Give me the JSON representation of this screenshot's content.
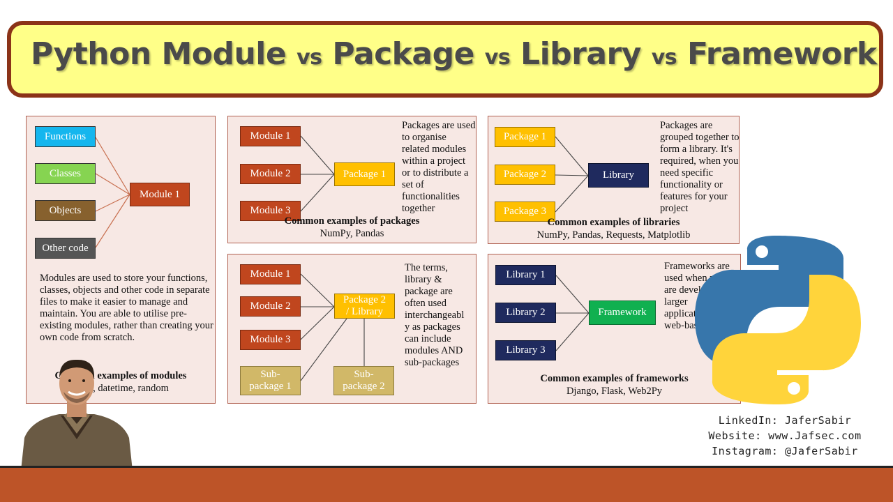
{
  "title": {
    "part1": "Python Module",
    "vs1": "vs",
    "part2": "Package",
    "vs2": "vs",
    "part3": "Library",
    "vs3": "vs",
    "part4": "Framework"
  },
  "modules_panel": {
    "nodes": {
      "functions": "Functions",
      "classes": "Classes",
      "objects": "Objects",
      "other_code": "Other code",
      "module": "Module 1"
    },
    "description": "Modules are used to store your functions, classes, objects and other code in separate files to make it easier to manage and maintain. You are able to utilise pre-existing modules, rather than creating your own code from scratch.",
    "examples_title": "Common examples of modules",
    "examples": "math, datetime, random"
  },
  "packages_panel": {
    "nodes": {
      "module1": "Module 1",
      "module2": "Module 2",
      "module3": "Module 3",
      "package": "Package 1"
    },
    "description": "Packages are used to organise related modules within a project or to distribute a set of functionalities together",
    "examples_title": "Common examples of packages",
    "examples": "NumPy, Pandas"
  },
  "libraries_panel": {
    "nodes": {
      "package1": "Package 1",
      "package2": "Package 2",
      "package3": "Package 3",
      "library": "Library"
    },
    "description": "Packages are grouped together to form a library. It's required, when you need specific functionality or features for your project",
    "examples_title": "Common examples of libraries",
    "examples": "NumPy, Pandas, Requests, Matplotlib"
  },
  "terms_panel": {
    "nodes": {
      "module1": "Module 1",
      "module2": "Module 2",
      "module3": "Module 3",
      "package_library_line1": "Package 2",
      "package_library_line2": "/ Library",
      "subpackage1_line1": "Sub-",
      "subpackage1_line2": "package 1",
      "subpackage2_line1": "Sub-",
      "subpackage2_line2": "package 2"
    },
    "description": "The terms, library & package are often used interchangeabl y as packages can include modules AND sub-packages"
  },
  "frameworks_panel": {
    "nodes": {
      "library1": "Library 1",
      "library2": "Library 2",
      "library3": "Library 3",
      "framework": "Framework"
    },
    "description": "Frameworks are used when you are developing larger applications or web-based project",
    "examples_title": "Common examples of frameworks",
    "examples": "Django, Flask, Web2Py"
  },
  "social": {
    "linkedin": "LinkedIn: JaferSabir",
    "website": "Website: www.Jafsec.com",
    "instagram": "Instagram: @JaferSabir"
  },
  "colors": {
    "title_bg": "#ffff88",
    "title_border": "#8b3318",
    "panel_bg": "#f7e8e4",
    "module": "#c0461e",
    "package": "#ffc000",
    "library": "#1f2a5e",
    "framework": "#10b050",
    "subpackage": "#d1b868",
    "bottom_bar": "#bd5428"
  },
  "icons": {
    "logo": "python-logo-icon",
    "person": "presenter-photo"
  }
}
